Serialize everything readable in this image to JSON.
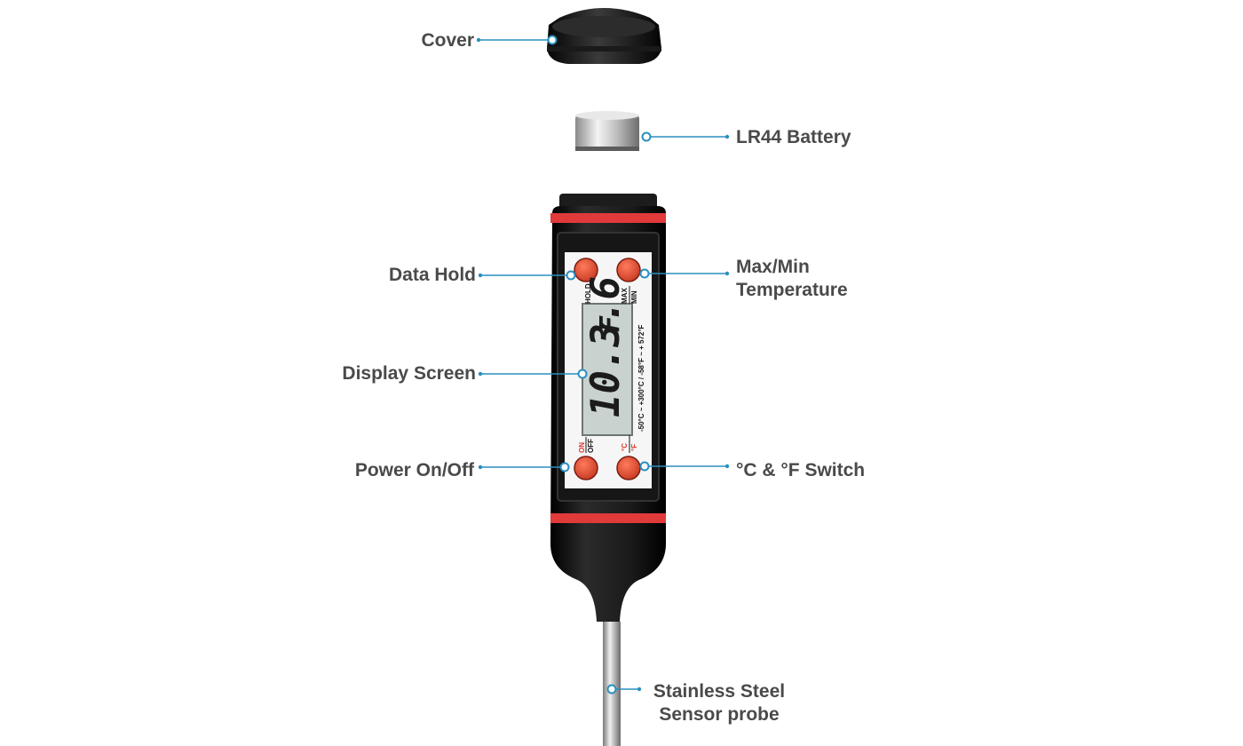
{
  "callouts": {
    "cover": "Cover",
    "battery": "LR44 Battery",
    "data_hold": "Data Hold",
    "max_min_line1": "Max/Min",
    "max_min_line2": "Temperature",
    "display_screen": "Display Screen",
    "power": "Power On/Off",
    "unit_switch": "°C & °F Switch",
    "probe_line1": "Stainless Steel",
    "probe_line2": "Sensor probe"
  },
  "device": {
    "hold_label": "HOLD",
    "max_label": "MAX",
    "min_label": "MIN",
    "on_label": "ON",
    "off_label": "OFF",
    "c_label": "°C",
    "f_label": "°F",
    "range_text": "-50°C ~ +300°C / -58°F ~ + 572°F",
    "lcd_reading": "10.3.6",
    "lcd_unit": "F"
  },
  "colors": {
    "leader": "#2a8fbf",
    "body": "#111111",
    "accent_red": "#e03a3a",
    "button": "#e8513c",
    "lcd": "#c9d2cf",
    "text": "#4a4a4a"
  }
}
